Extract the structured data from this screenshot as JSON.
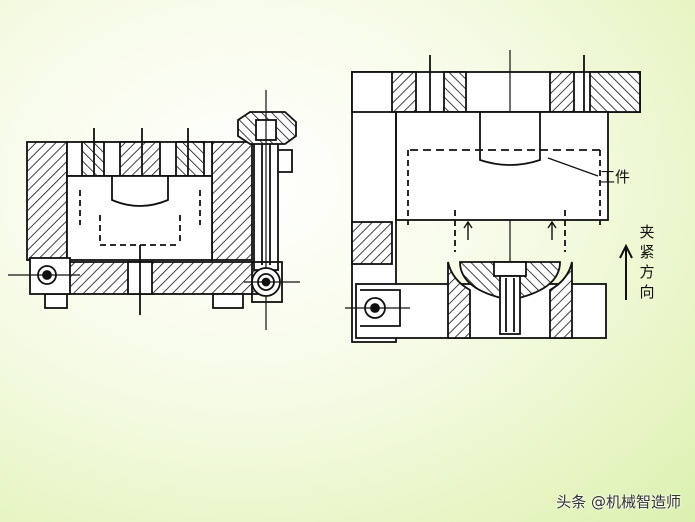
{
  "slide": {
    "background": "#eaf6c8",
    "line_color": "#111111"
  },
  "labels": {
    "workpiece": "工件",
    "clamp_direction_chars": [
      "夹",
      "紧",
      "方",
      "向"
    ]
  },
  "watermark": "头条 @机械智造师"
}
